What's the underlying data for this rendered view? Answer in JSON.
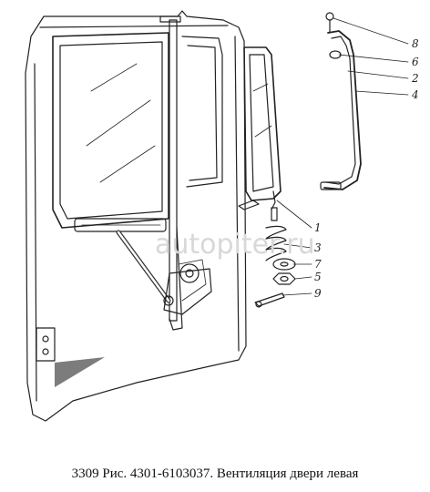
{
  "caption": "3309 Рис. 4301-6103037. Вентиляция двери левая",
  "watermark": "autopiter.ru",
  "callouts": [
    {
      "label": "8"
    },
    {
      "label": "6"
    },
    {
      "label": "2"
    },
    {
      "label": "4"
    },
    {
      "label": "1"
    },
    {
      "label": "3"
    },
    {
      "label": "7"
    },
    {
      "label": "5"
    },
    {
      "label": "9"
    }
  ]
}
